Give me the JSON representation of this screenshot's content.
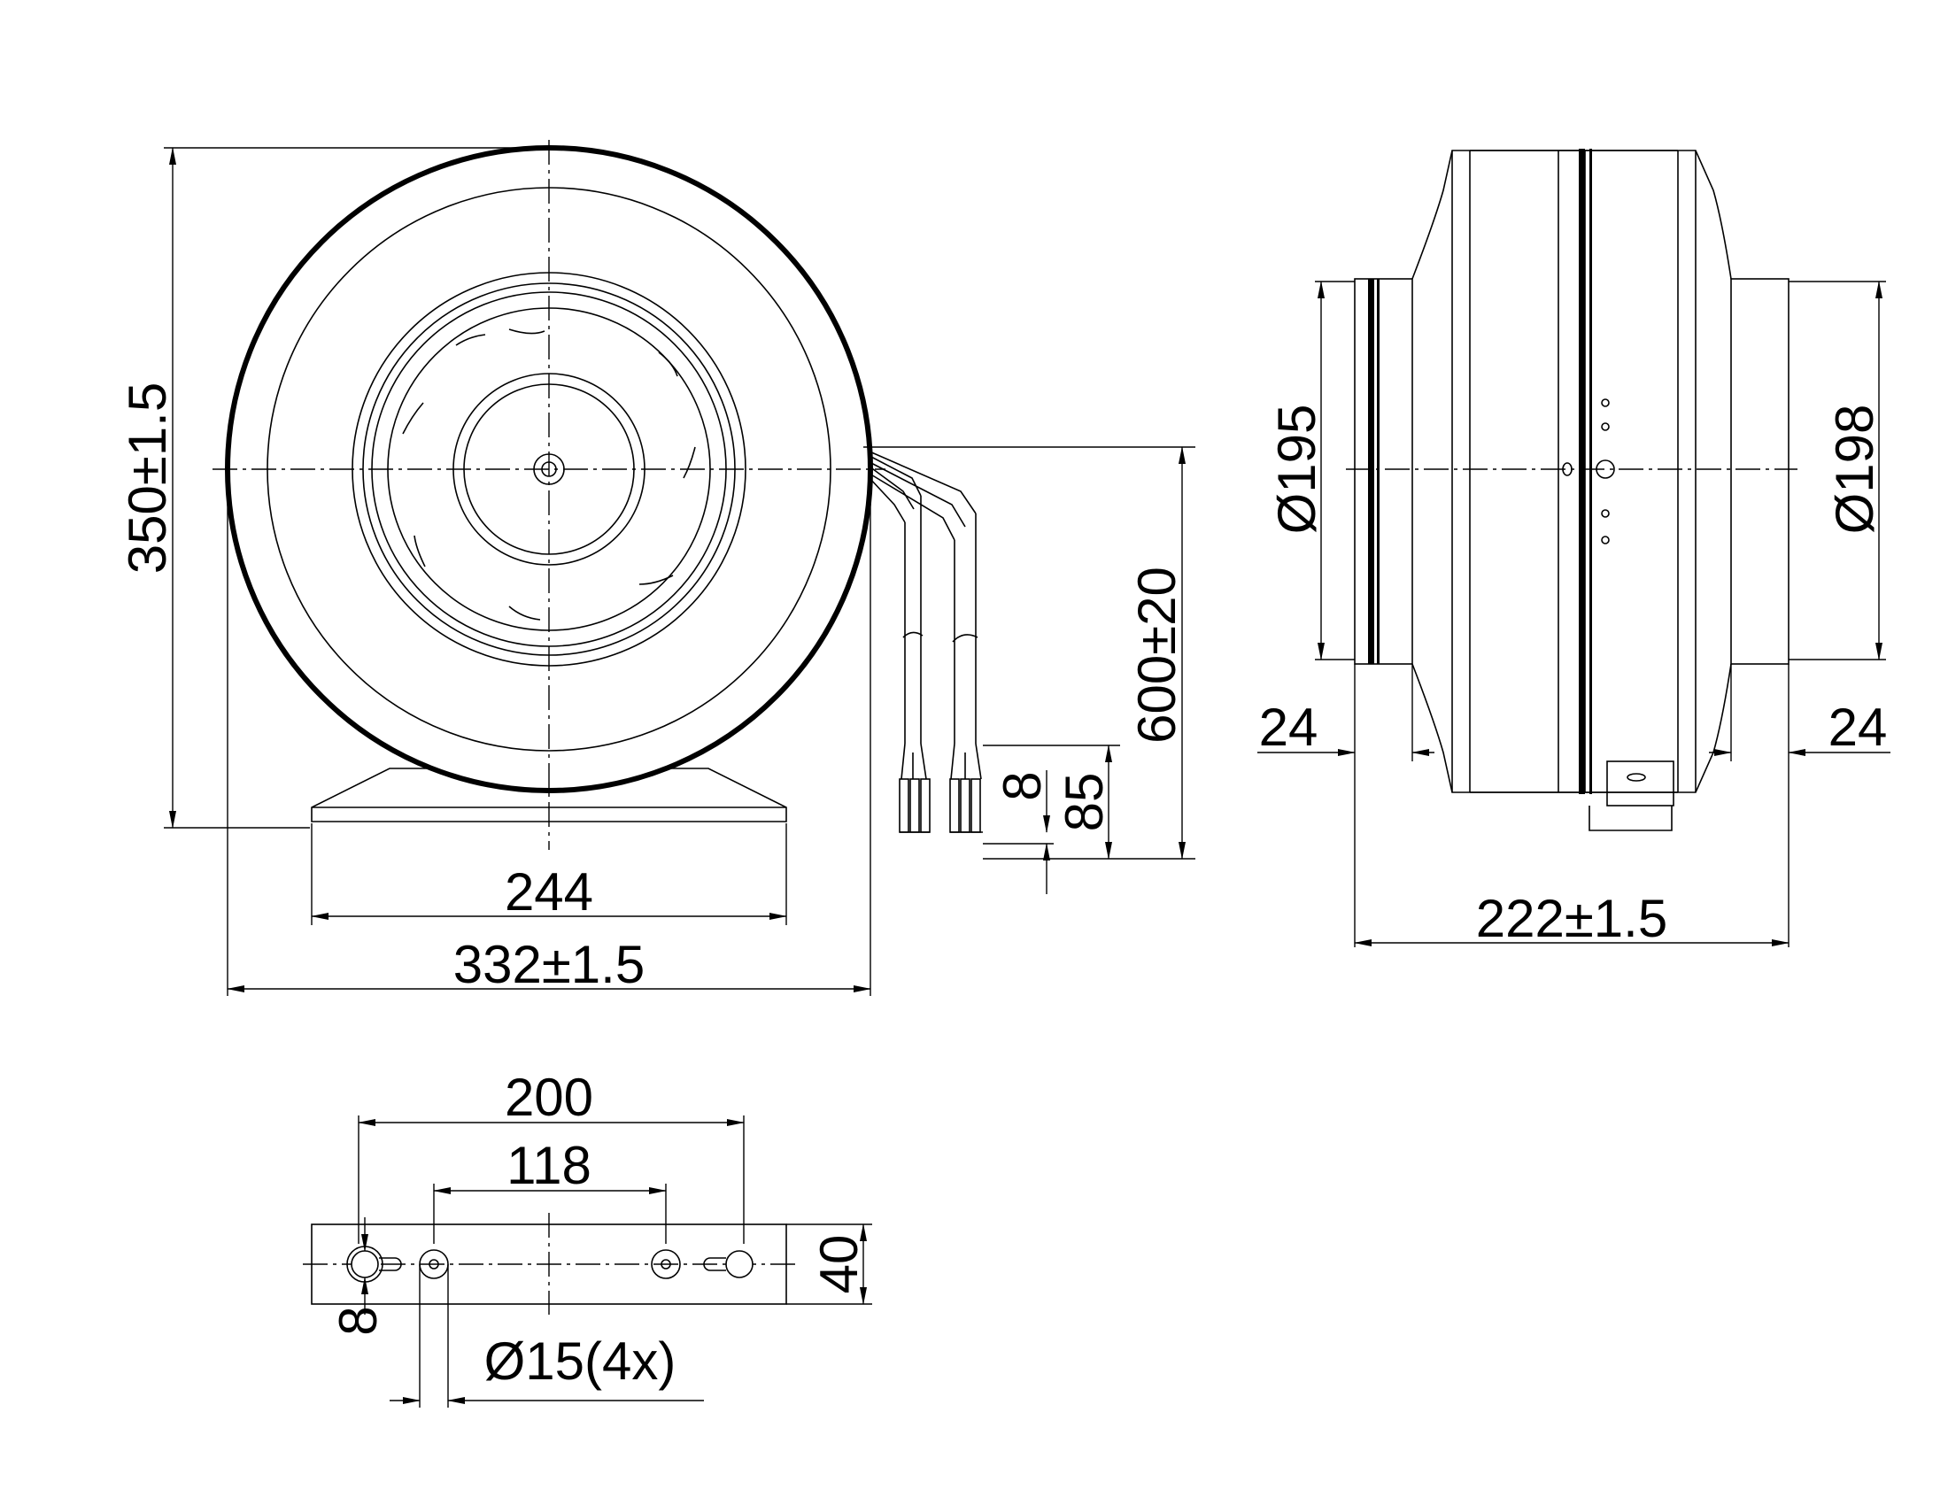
{
  "drawing": {
    "front_view": {
      "height_label": "350±1.5",
      "base_width_label": "244",
      "overall_width_label": "332±1.5",
      "cable_length_label": "600±20",
      "strip_length_label": "85",
      "wire_strip_label": "8"
    },
    "side_view": {
      "inlet_diameter_label": "Ø195",
      "outlet_diameter_label": "Ø198",
      "inlet_spigot_label": "24",
      "outlet_spigot_label": "24",
      "length_label": "222±1.5"
    },
    "mounting_plate": {
      "outer_spacing_label": "200",
      "inner_spacing_label": "118",
      "height_label": "40",
      "slot_label": "8",
      "hole_label": "Ø15(4x)"
    }
  }
}
